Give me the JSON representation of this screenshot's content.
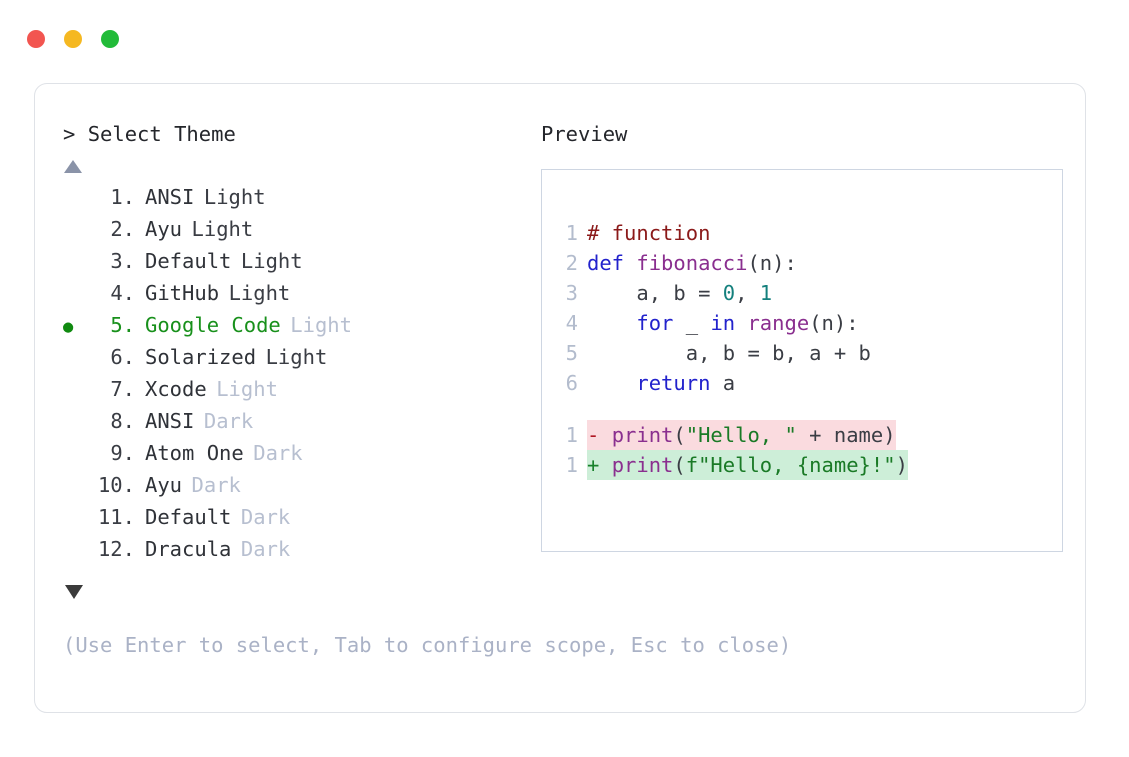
{
  "window": {
    "dots": [
      {
        "name": "close",
        "color": "#f25550"
      },
      {
        "name": "minimize",
        "color": "#f5b821"
      },
      {
        "name": "maximize",
        "color": "#22bb39"
      }
    ]
  },
  "picker": {
    "caret": ">",
    "prompt": "Select Theme",
    "scroll_up_indicator": "▲",
    "scroll_down_indicator": "▼",
    "selected_index": 5,
    "selected_bullet": "●",
    "items": [
      {
        "index": "1.",
        "name": "ANSI",
        "variant": "Light",
        "variant_muted": false,
        "selected": false
      },
      {
        "index": "2.",
        "name": "Ayu",
        "variant": "Light",
        "variant_muted": false,
        "selected": false
      },
      {
        "index": "3.",
        "name": "Default",
        "variant": "Light",
        "variant_muted": false,
        "selected": false
      },
      {
        "index": "4.",
        "name": "GitHub",
        "variant": "Light",
        "variant_muted": false,
        "selected": false
      },
      {
        "index": "5.",
        "name": "Google Code",
        "variant": "Light",
        "variant_muted": true,
        "selected": true
      },
      {
        "index": "6.",
        "name": "Solarized",
        "variant": "Light",
        "variant_muted": false,
        "selected": false
      },
      {
        "index": "7.",
        "name": "Xcode",
        "variant": "Light",
        "variant_muted": true,
        "selected": false
      },
      {
        "index": "8.",
        "name": "ANSI",
        "variant": "Dark",
        "variant_muted": true,
        "selected": false
      },
      {
        "index": "9.",
        "name": "Atom One",
        "variant": "Dark",
        "variant_muted": true,
        "selected": false
      },
      {
        "index": "10.",
        "name": "Ayu",
        "variant": "Dark",
        "variant_muted": true,
        "selected": false
      },
      {
        "index": "11.",
        "name": "Default",
        "variant": "Dark",
        "variant_muted": true,
        "selected": false
      },
      {
        "index": "12.",
        "name": "Dracula",
        "variant": "Dark",
        "variant_muted": true,
        "selected": false
      }
    ],
    "footer_hint": "(Use Enter to select, Tab to configure scope, Esc to close)"
  },
  "preview": {
    "label": "Preview",
    "code_lines": [
      {
        "ln": "1",
        "tokens": [
          {
            "t": "# function",
            "c": "comment"
          }
        ]
      },
      {
        "ln": "2",
        "tokens": [
          {
            "t": "def ",
            "c": "keyword"
          },
          {
            "t": "fibonacci",
            "c": "func"
          },
          {
            "t": "(n):",
            "c": "punct"
          }
        ]
      },
      {
        "ln": "3",
        "tokens": [
          {
            "t": "    a, b = ",
            "c": "plain"
          },
          {
            "t": "0",
            "c": "number"
          },
          {
            "t": ", ",
            "c": "plain"
          },
          {
            "t": "1",
            "c": "number"
          }
        ]
      },
      {
        "ln": "4",
        "tokens": [
          {
            "t": "    ",
            "c": "plain"
          },
          {
            "t": "for",
            "c": "keyword"
          },
          {
            "t": " _ ",
            "c": "plain"
          },
          {
            "t": "in",
            "c": "keyword"
          },
          {
            "t": " ",
            "c": "plain"
          },
          {
            "t": "range",
            "c": "func"
          },
          {
            "t": "(n):",
            "c": "punct"
          }
        ]
      },
      {
        "ln": "5",
        "tokens": [
          {
            "t": "        a, b = b, a + b",
            "c": "plain"
          }
        ]
      },
      {
        "ln": "6",
        "tokens": [
          {
            "t": "    ",
            "c": "plain"
          },
          {
            "t": "return",
            "c": "keyword"
          },
          {
            "t": " a",
            "c": "plain"
          }
        ]
      }
    ],
    "diff_lines": [
      {
        "ln": "1",
        "kind": "del",
        "marker": "-",
        "tokens": [
          {
            "t": "print",
            "c": "func"
          },
          {
            "t": "(",
            "c": "punct"
          },
          {
            "t": "\"Hello, \"",
            "c": "string"
          },
          {
            "t": " + name)",
            "c": "plain"
          }
        ]
      },
      {
        "ln": "1",
        "kind": "add",
        "marker": "+",
        "tokens": [
          {
            "t": "print",
            "c": "func"
          },
          {
            "t": "(",
            "c": "punct"
          },
          {
            "t": "f\"Hello, {name}!\"",
            "c": "string"
          },
          {
            "t": ")",
            "c": "punct"
          }
        ]
      }
    ],
    "colors": {
      "comment": "#8b1a1a",
      "keyword": "#2222cc",
      "function": "#8a2f8f",
      "number": "#14807d",
      "string": "#1a7a26",
      "plain": "#3a3d44",
      "diff_removed_bg": "#fadbdf",
      "diff_added_bg": "#cdeed8"
    }
  }
}
